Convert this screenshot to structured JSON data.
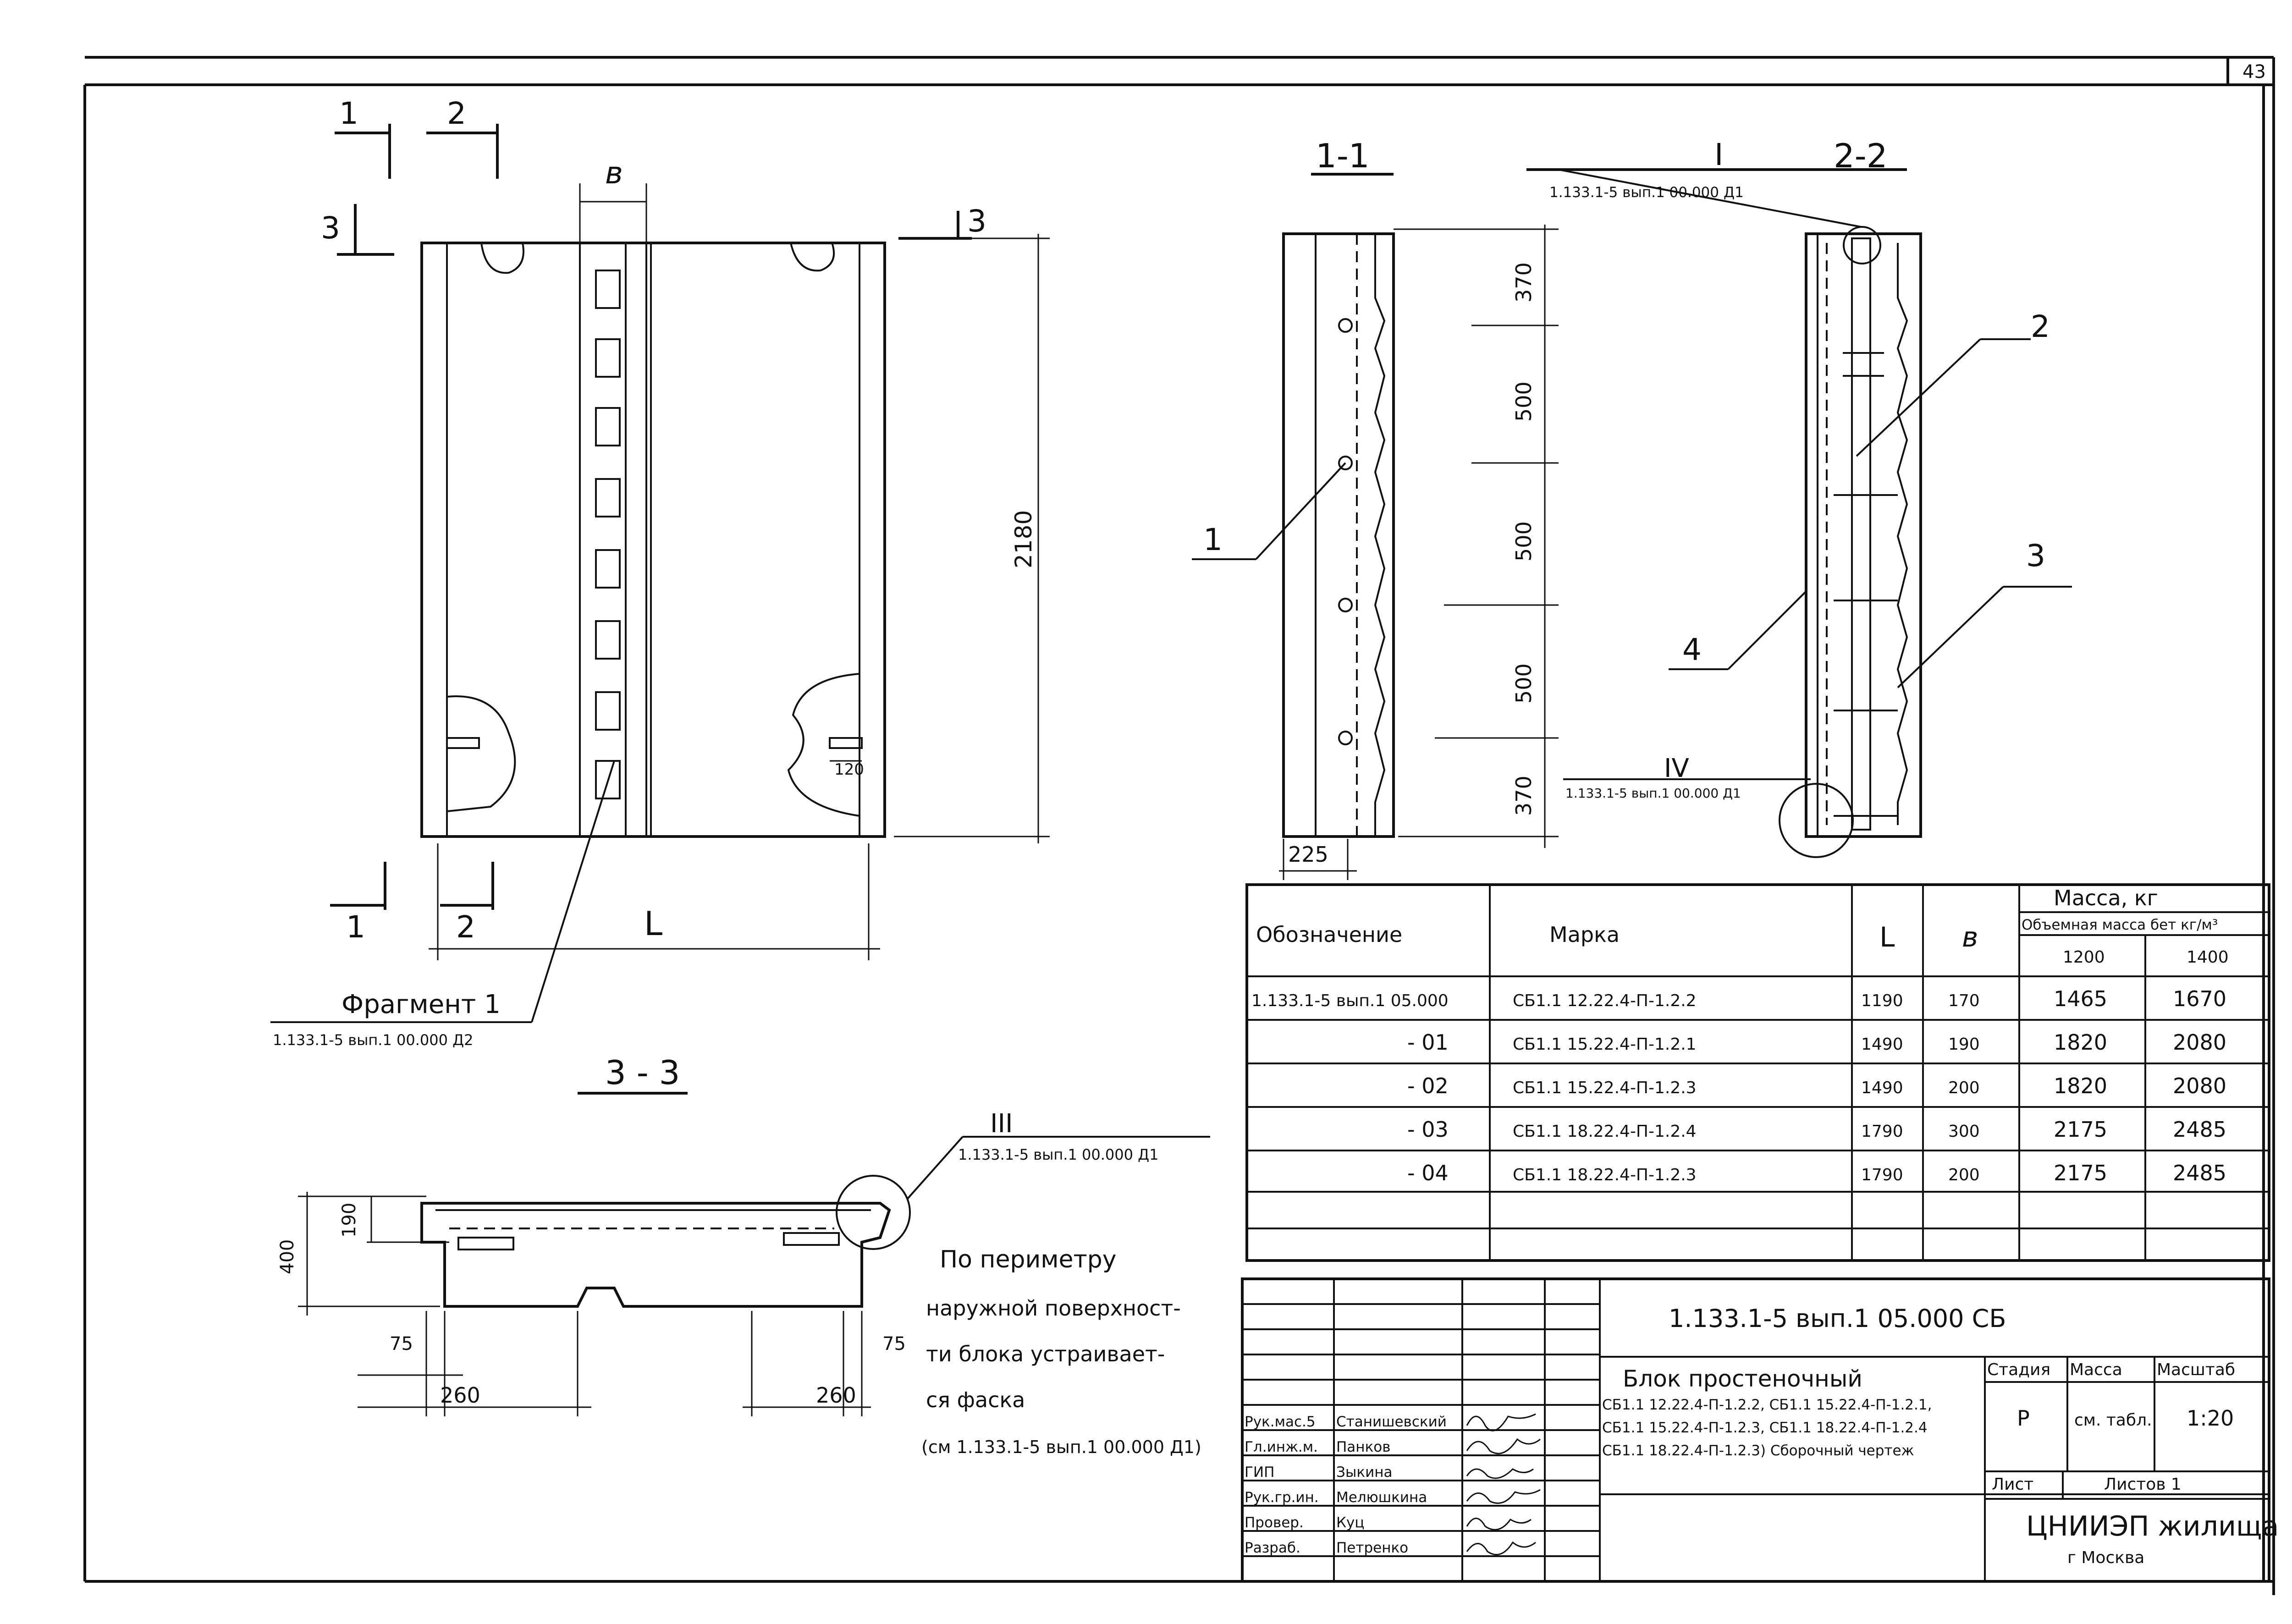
{
  "sheet": {
    "number": "43"
  },
  "views": {
    "main": {
      "cut1": "1",
      "cut2": "2",
      "cut3": "3",
      "dim_height": "2180",
      "dim_length": "L",
      "dim_width": "в",
      "dim_120": "120",
      "fragment_label": "Фрагмент 1",
      "fragment_ref": "1.133.1-5 вып.1 00.000 Д2"
    },
    "section_1_1": {
      "title": "1-1",
      "dims": [
        "370",
        "500",
        "500",
        "500",
        "370"
      ],
      "dim_bottom": "225",
      "pos": "1"
    },
    "section_2_2": {
      "title": "2-2",
      "node_I": "I",
      "node_I_ref": "1.133.1-5 вып.1 00.000 Д1",
      "node_IV": "IV",
      "node_IV_ref": "1.133.1-5 вып.1 00.000 Д1",
      "pos2": "2",
      "pos3": "3",
      "pos4": "4"
    },
    "section_3_3": {
      "title": "3 - 3",
      "node_III": "III",
      "node_III_ref": "1.133.1-5 вып.1 00.000 Д1",
      "dim_400": "400",
      "dim_190": "190",
      "dim_75a": "75",
      "dim_75b": "75",
      "dim_260a": "260",
      "dim_260b": "260"
    }
  },
  "note": {
    "lines": [
      "По периметру",
      "наружной поверхност-",
      "ти блока устраивает-",
      "ся фаска",
      "(см 1.133.1-5 вып.1 00.000 Д1)"
    ]
  },
  "spec_table": {
    "headers": {
      "designation": "Обозначение",
      "mark": "Марка",
      "L": "L",
      "b": "в",
      "mass": "Масса, кг",
      "density": "Объемная масса бет кг/м³",
      "d1": "1200",
      "d2": "1400"
    },
    "rows": [
      {
        "designation": "1.133.1-5 вып.1 05.000",
        "mark": "СБ1.1 12.22.4-П-1.2.2",
        "L": "1190",
        "b": "170",
        "m1": "1465",
        "m2": "1670"
      },
      {
        "designation": "- 01",
        "mark": "СБ1.1 15.22.4-П-1.2.1",
        "L": "1490",
        "b": "190",
        "m1": "1820",
        "m2": "2080"
      },
      {
        "designation": "- 02",
        "mark": "СБ1.1 15.22.4-П-1.2.3",
        "L": "1490",
        "b": "200",
        "m1": "1820",
        "m2": "2080"
      },
      {
        "designation": "- 03",
        "mark": "СБ1.1 18.22.4-П-1.2.4",
        "L": "1790",
        "b": "300",
        "m1": "2175",
        "m2": "2485"
      },
      {
        "designation": "- 04",
        "mark": "СБ1.1 18.22.4-П-1.2.3",
        "L": "1790",
        "b": "200",
        "m1": "2175",
        "m2": "2485"
      }
    ]
  },
  "title_block": {
    "code": "1.133.1-5 вып.1 05.000 СБ",
    "name": "Блок простеночный",
    "desc": [
      "СБ1.1 12.22.4-П-1.2.2, СБ1.1 15.22.4-П-1.2.1,",
      "СБ1.1 15.22.4-П-1.2.3, СБ1.1 18.22.4-П-1.2.4",
      "СБ1.1 18.22.4-П-1.2.3) Сборочный чертеж"
    ],
    "stage_label": "Стадия",
    "mass_label": "Масса",
    "scale_label": "Масштаб",
    "stage": "Р",
    "mass": "см. табл.",
    "scale": "1:20",
    "sheet_label": "Лист",
    "sheets_label": "Листов 1",
    "org": "ЦНИИЭП жилища",
    "city": "г Москва",
    "people": [
      {
        "role": "Рук.мас.5",
        "name": "Станишевский"
      },
      {
        "role": "Гл.инж.м.",
        "name": "Панков"
      },
      {
        "role": "ГИП",
        "name": "Зыкина"
      },
      {
        "role": "Рук.гр.ин.",
        "name": "Мелюшкина"
      },
      {
        "role": "Провер.",
        "name": "Куц"
      },
      {
        "role": "Разраб.",
        "name": "Петренко"
      }
    ]
  }
}
